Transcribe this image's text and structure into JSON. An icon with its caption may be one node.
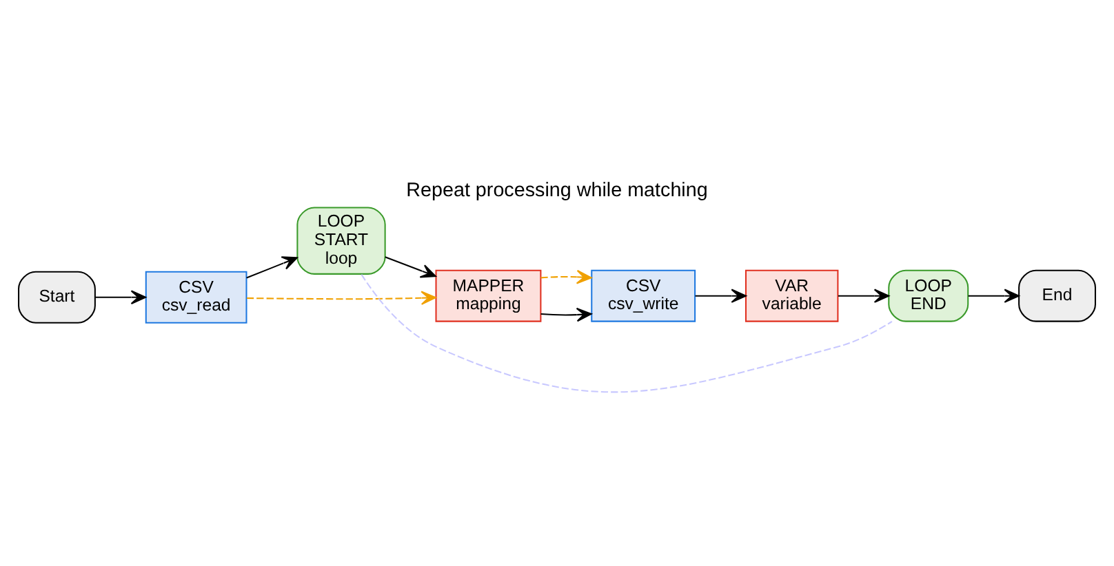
{
  "diagram": {
    "title": "Repeat processing while matching",
    "nodes": [
      {
        "text": [
          "Start"
        ]
      },
      {
        "text": [
          "CSV",
          "csv_read"
        ]
      },
      {
        "text": [
          "LOOP",
          "START",
          "loop"
        ]
      },
      {
        "text": [
          "MAPPER",
          "mapping"
        ]
      },
      {
        "text": [
          "CSV",
          "csv_write"
        ]
      },
      {
        "text": [
          "VAR",
          "variable"
        ]
      },
      {
        "text": [
          "LOOP",
          "END"
        ]
      },
      {
        "text": [
          "End"
        ]
      }
    ],
    "edges": [
      {
        "from": 0,
        "to": 1,
        "arrow": "to"
      },
      {
        "from": 1,
        "to": 2,
        "arrow": "to"
      },
      {
        "from": 2,
        "to": 6,
        "arrow": "none",
        "style": "dashed",
        "color": "#c8c8ff"
      },
      {
        "from": 1,
        "to": 3,
        "arrow": "to",
        "style": "dashed",
        "color": "#f0a000"
      },
      {
        "from": 2,
        "to": 3,
        "arrow": "to"
      },
      {
        "from": 3,
        "to": 4,
        "arrow": "to"
      },
      {
        "from": 3,
        "to": 4,
        "arrow": "to",
        "style": "dashed",
        "color": "#f0a000"
      },
      {
        "from": 4,
        "to": 5,
        "arrow": "to"
      },
      {
        "from": 5,
        "to": 6,
        "arrow": "to"
      },
      {
        "from": 6,
        "to": 7,
        "arrow": "to"
      }
    ]
  }
}
